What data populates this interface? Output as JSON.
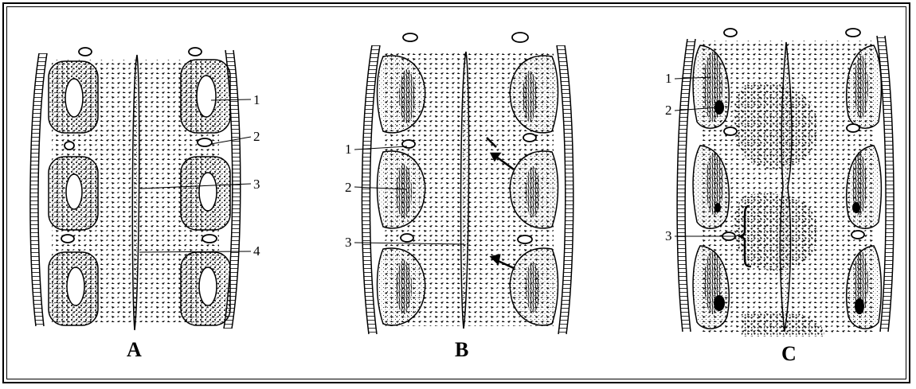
{
  "panels": [
    {
      "id": "A",
      "label": "A",
      "callouts": [
        "1",
        "2",
        "3",
        "4"
      ]
    },
    {
      "id": "B",
      "label": "B",
      "callouts": [
        "1",
        "2",
        "3"
      ]
    },
    {
      "id": "C",
      "label": "C",
      "callouts": [
        "1",
        "2",
        "3"
      ]
    }
  ],
  "colors": {
    "ink": "#000000",
    "paper": "#ffffff",
    "stipple": "#555555"
  }
}
